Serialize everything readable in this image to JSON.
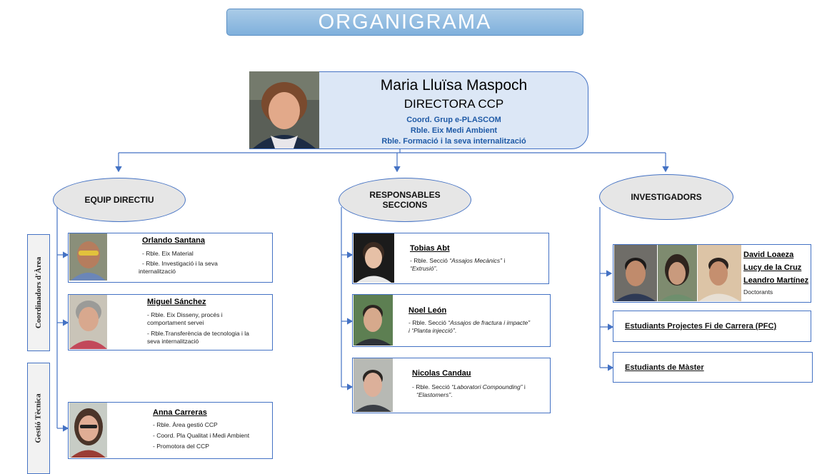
{
  "title": "ORGANIGRAMA",
  "director": {
    "name": "Maria Lluïsa Maspoch",
    "role": "DIRECTORA CCP",
    "lines": [
      "Coord. Grup e-PLASCOM",
      "Rble. Eix Medi Ambient",
      "Rble. Formació i la seva internalització"
    ]
  },
  "groups": {
    "equip": "EQUIP DIRECTIU",
    "seccions": "RESPONSABLES SECCIONS",
    "investigadors": "INVESTIGADORS"
  },
  "side_labels": {
    "coordinadors": "Coordinadors d'Àrea",
    "gestio": "Gestió Tècnica"
  },
  "equip_directiu": [
    {
      "name": "Orlando Santana",
      "lines": [
        "- Rble. Eix Material",
        "- Rble. Investigació i la seva",
        "internalització"
      ]
    },
    {
      "name": "Miguel Sánchez",
      "lines": [
        "- Rble. Eix Disseny, procés i",
        "comportament servei",
        " - Rble.Transferència de tecnologia i la",
        "seva internalització"
      ]
    },
    {
      "name": "Anna Carreras",
      "lines": [
        "- Rble. Àrea gestió CCP",
        "- Coord. Pla Qualitat i Medi Ambient",
        "- Promotora del CCP"
      ]
    }
  ],
  "seccions": [
    {
      "name": "Tobias Abt",
      "prefix": "- Rble. Secció ",
      "italic1": "“Assajos Mecànics”",
      "mid": " i",
      "italic2": "“Extrusió”",
      "suffix": "."
    },
    {
      "name": "Noel León",
      "prefix": "- Rble. Secció ",
      "italic1": "“Assajos de fractura i impacte”",
      "mid": "",
      "italic2": "i “Planta injecció”",
      "suffix": "."
    },
    {
      "name": "Nicolas Candau",
      "prefix": "- Rble. Secció  ",
      "italic1": "“Laboratori Compounding”",
      "mid": " i",
      "italic2": "“Elastomers”",
      "suffix": "."
    }
  ],
  "investigadors": {
    "names": [
      "David Loaeza",
      "Lucy de la Cruz",
      "Leandro Martínez"
    ],
    "role": "Doctorants"
  },
  "students": [
    "Estudiants Projectes Fi de Carrera (PFC)",
    "Estudiants de Màster"
  ],
  "colors": {
    "connector": "#4472c4",
    "banner": "#9cc3e6",
    "director_box": "#dce7f6",
    "ellipse": "#e6e6e6",
    "director_accent": "#1f5aa6"
  }
}
